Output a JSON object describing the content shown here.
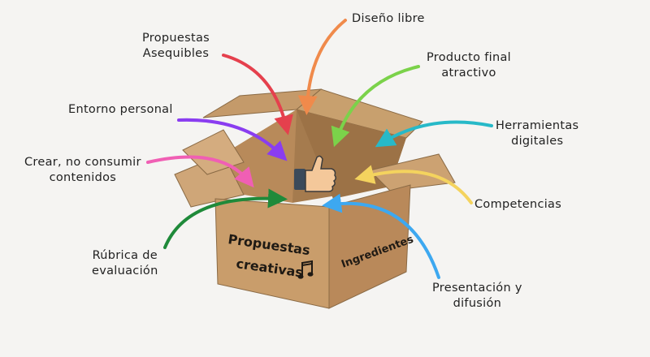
{
  "box": {
    "front_line1": "Propuestas",
    "front_line2": "creativas",
    "side": "Ingredientes",
    "icons": [
      "thumbs-up-icon",
      "music-notes-icon"
    ]
  },
  "labels": {
    "propuestas_asequibles": {
      "line1": "Propuestas",
      "line2": "Asequibles",
      "color": "#e5404d"
    },
    "diseno_libre": {
      "line1": "Diseño libre",
      "color": "#f08a4b"
    },
    "producto_final": {
      "line1": "Producto final",
      "line2": "atractivo",
      "color": "#7bd24a"
    },
    "entorno_personal": {
      "line1": "Entorno personal",
      "color": "#8a3df0"
    },
    "herramientas": {
      "line1": "Herramientas",
      "line2": "digitales",
      "color": "#27b9c8"
    },
    "crear_no_consumir": {
      "line1": "Crear, no consumir",
      "line2": "contenidos",
      "color": "#f05fb4"
    },
    "competencias": {
      "line1": "Competencias",
      "color": "#f4d35e"
    },
    "rubrica": {
      "line1": "Rúbrica de",
      "line2": "evaluación",
      "color": "#1f8a3a"
    },
    "presentacion": {
      "line1": "Presentación y",
      "line2": "difusión",
      "color": "#3da8f0"
    }
  }
}
